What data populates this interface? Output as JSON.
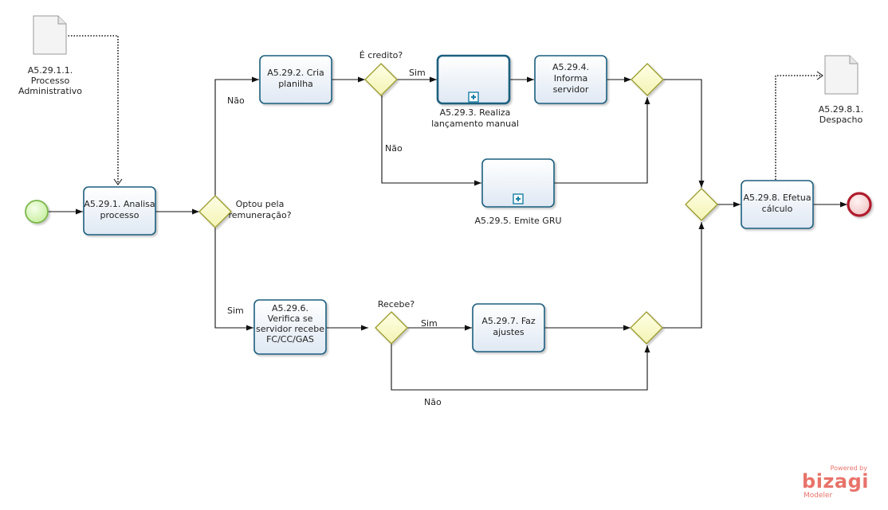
{
  "documents": {
    "doc_start": "A5.29.1.1.\nProcesso\nAdministrativo",
    "doc_end": "A5.29.8.1.\nDespacho"
  },
  "tasks": {
    "t1": "A5.29.1. Analisa\nprocesso",
    "t2": "A5.29.2. Cria\nplanilha",
    "t3": "A5.29.3. Realiza\nlançamento manual",
    "t4": "A5.29.4.\nInforma\nservidor",
    "t5": "A5.29.5. Emite GRU",
    "t6": "A5.29.6.\nVerifica se\nservidor recebe\nFC/CC/GAS",
    "t7": "A5.29.7. Faz\najustes",
    "t8": "A5.29.8. Efetua\ncálculo"
  },
  "gateways": {
    "g_optou": "Optou pela\nremuneração?",
    "g_credito": "É credito?",
    "g_recebe": "Recebe?"
  },
  "flow_labels": {
    "optou_nao": "Não",
    "optou_sim": "Sim",
    "credito_sim": "Sim",
    "credito_nao": "Não",
    "recebe_sim": "Sim",
    "recebe_nao": "Não"
  },
  "branding": {
    "powered_by": "Powered by",
    "logo": "bizagi",
    "product": "Modeler",
    "color": "#e8736a"
  },
  "colors": {
    "start_event": "#8ecf4e",
    "end_event": "#c8283a",
    "task_border": "#1b5e7e",
    "gateway_fill": "#fdfdd0"
  }
}
